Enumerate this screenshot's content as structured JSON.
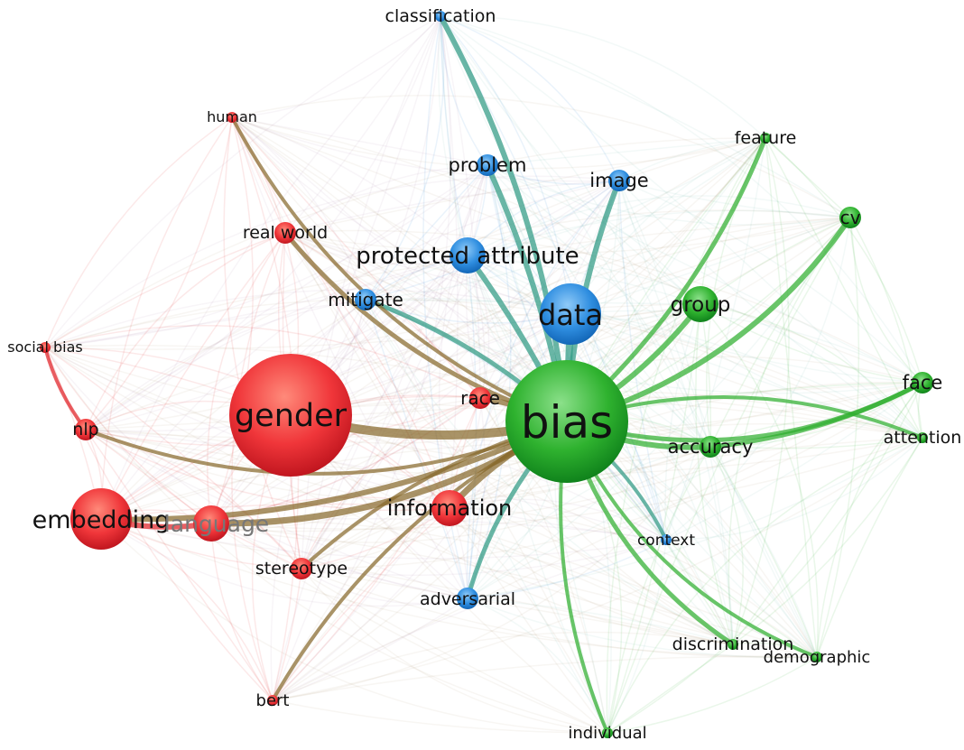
{
  "colors": {
    "red": "#e0242a",
    "blue": "#2f86d6",
    "green": "#2fae2f",
    "bg": "#ffffff",
    "label": "#111111",
    "label_faded": "#777777"
  },
  "nodes": [
    {
      "id": "bias",
      "label": "bias",
      "cluster": "green",
      "size": "xl"
    },
    {
      "id": "data",
      "label": "data",
      "cluster": "blue",
      "size": "l"
    },
    {
      "id": "gender",
      "label": "gender",
      "cluster": "red",
      "size": "xl"
    },
    {
      "id": "protected_attribute",
      "label": "protected attribute",
      "cluster": "blue",
      "size": "m"
    },
    {
      "id": "problem",
      "label": "problem",
      "cluster": "blue",
      "size": "s"
    },
    {
      "id": "image",
      "label": "image",
      "cluster": "blue",
      "size": "s"
    },
    {
      "id": "classification",
      "label": "classification",
      "cluster": "blue",
      "size": "xs"
    },
    {
      "id": "mitigate",
      "label": "mitigate",
      "cluster": "blue",
      "size": "s"
    },
    {
      "id": "context",
      "label": "context",
      "cluster": "blue",
      "size": "xs"
    },
    {
      "id": "adversarial",
      "label": "adversarial",
      "cluster": "blue",
      "size": "s"
    },
    {
      "id": "feature",
      "label": "feature",
      "cluster": "green",
      "size": "xs"
    },
    {
      "id": "cv",
      "label": "cv",
      "cluster": "green",
      "size": "s"
    },
    {
      "id": "group",
      "label": "group",
      "cluster": "green",
      "size": "m"
    },
    {
      "id": "face",
      "label": "face",
      "cluster": "green",
      "size": "s"
    },
    {
      "id": "attention",
      "label": "attention",
      "cluster": "green",
      "size": "xs"
    },
    {
      "id": "accuracy",
      "label": "accuracy",
      "cluster": "green",
      "size": "s"
    },
    {
      "id": "discrimination",
      "label": "discrimination",
      "cluster": "green",
      "size": "xs"
    },
    {
      "id": "demographic",
      "label": "demographic",
      "cluster": "green",
      "size": "xs"
    },
    {
      "id": "individual",
      "label": "individual",
      "cluster": "green",
      "size": "xs"
    },
    {
      "id": "human",
      "label": "human",
      "cluster": "red",
      "size": "xs"
    },
    {
      "id": "real_world",
      "label": "real world",
      "cluster": "red",
      "size": "s"
    },
    {
      "id": "social_bias",
      "label": "social bias",
      "cluster": "red",
      "size": "xs"
    },
    {
      "id": "nlp",
      "label": "nlp",
      "cluster": "red",
      "size": "s"
    },
    {
      "id": "race",
      "label": "race",
      "cluster": "red",
      "size": "s"
    },
    {
      "id": "embedding",
      "label": "embedding",
      "cluster": "red",
      "size": "l"
    },
    {
      "id": "language",
      "label": "language",
      "cluster": "red",
      "size": "m",
      "faded": true
    },
    {
      "id": "information",
      "label": "information",
      "cluster": "red",
      "size": "m"
    },
    {
      "id": "stereotype",
      "label": "stereotype",
      "cluster": "red",
      "size": "s"
    },
    {
      "id": "bert",
      "label": "bert",
      "cluster": "red",
      "size": "xs"
    }
  ],
  "strong_links": [
    [
      "bias",
      "data",
      8
    ],
    [
      "bias",
      "gender",
      10
    ],
    [
      "bias",
      "protected_attribute",
      6
    ],
    [
      "bias",
      "problem",
      6
    ],
    [
      "bias",
      "image",
      6
    ],
    [
      "bias",
      "classification",
      6
    ],
    [
      "bias",
      "mitigate",
      5
    ],
    [
      "bias",
      "context",
      4
    ],
    [
      "bias",
      "adversarial",
      5
    ],
    [
      "bias",
      "feature",
      5
    ],
    [
      "bias",
      "cv",
      6
    ],
    [
      "bias",
      "group",
      6
    ],
    [
      "bias",
      "face",
      5
    ],
    [
      "bias",
      "attention",
      4
    ],
    [
      "bias",
      "accuracy",
      6
    ],
    [
      "bias",
      "discrimination",
      5
    ],
    [
      "bias",
      "demographic",
      4
    ],
    [
      "bias",
      "individual",
      4
    ],
    [
      "bias",
      "human",
      4
    ],
    [
      "bias",
      "real_world",
      5
    ],
    [
      "bias",
      "nlp",
      4
    ],
    [
      "bias",
      "race",
      6
    ],
    [
      "bias",
      "embedding",
      6
    ],
    [
      "bias",
      "language",
      7
    ],
    [
      "bias",
      "information",
      7
    ],
    [
      "bias",
      "stereotype",
      4
    ],
    [
      "bias",
      "bert",
      4
    ],
    [
      "accuracy",
      "face",
      5
    ],
    [
      "embedding",
      "language",
      6
    ],
    [
      "social_bias",
      "nlp",
      4
    ]
  ]
}
